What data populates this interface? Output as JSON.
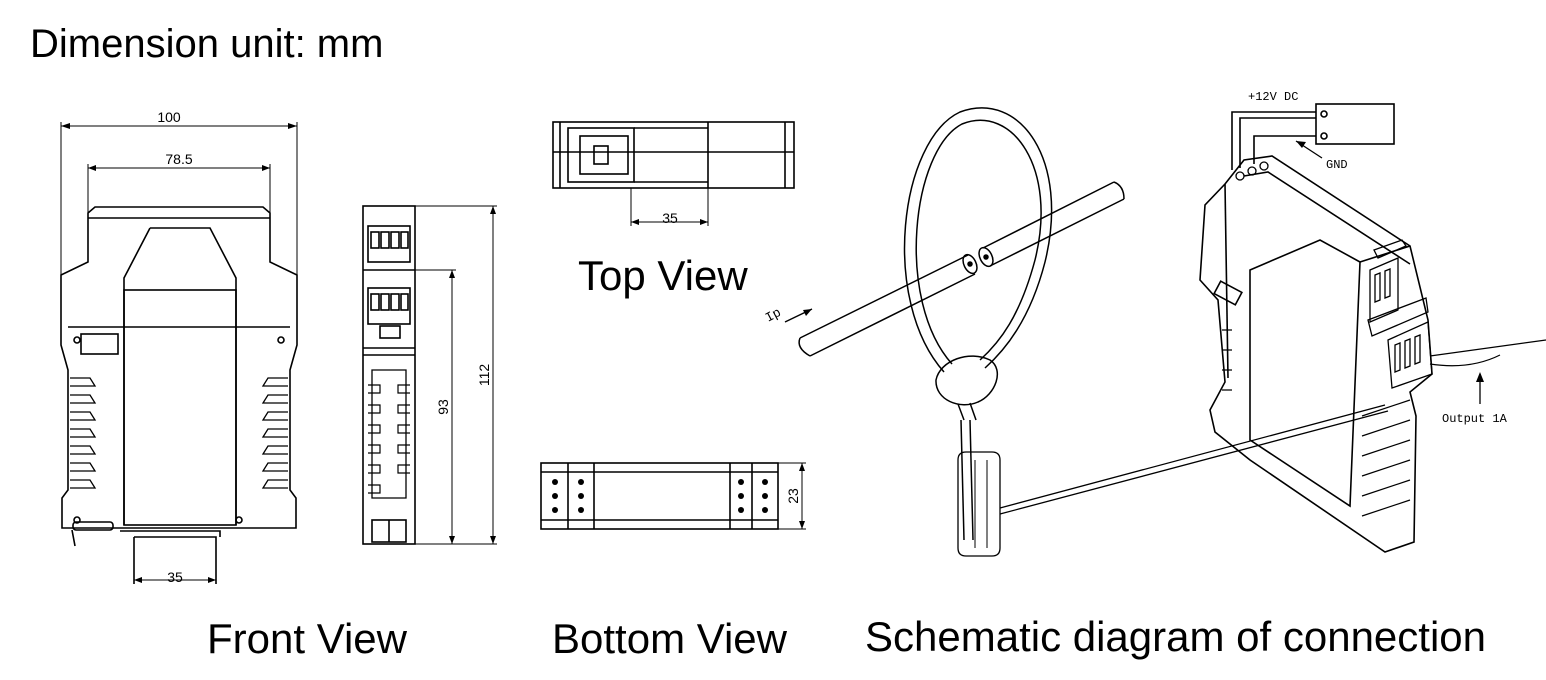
{
  "titles": {
    "unit": "Dimension unit: mm",
    "top_view": "Top View",
    "front_view": "Front View",
    "bottom_view": "Bottom View",
    "schematic": "Schematic diagram of connection"
  },
  "dimensions": {
    "front_width_outer": "100",
    "front_width_inner": "78.5",
    "front_rail": "35",
    "side_height_outer": "112",
    "side_height_inner": "93",
    "top_width": "35",
    "bottom_height": "23"
  },
  "schematic": {
    "power": "+12V DC",
    "ground": "GND",
    "current": "Ip",
    "output": "Output 1A"
  }
}
